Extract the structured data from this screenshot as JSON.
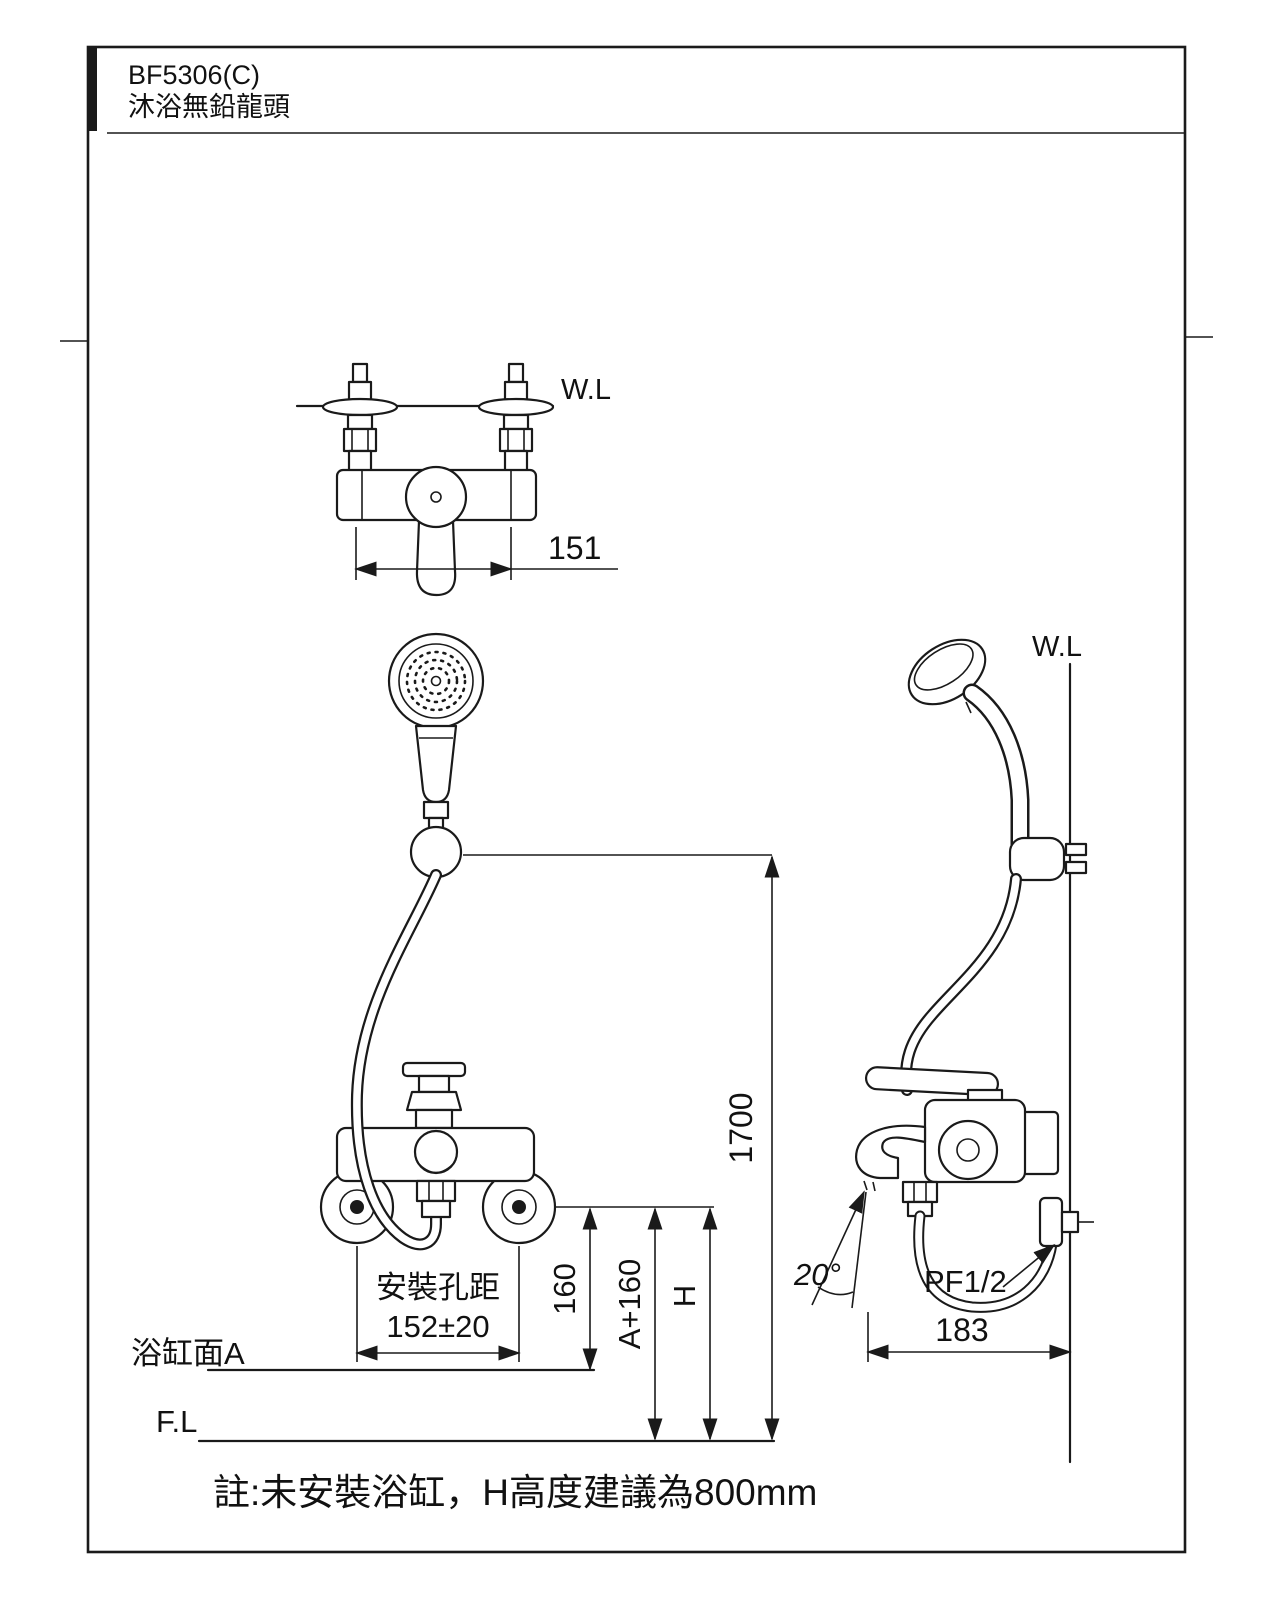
{
  "colors": {
    "ink": "#1a1a1a",
    "background": "#ffffff"
  },
  "title_block": {
    "model": "BF5306(C)",
    "product_name": "沐浴無鉛龍頭"
  },
  "front_view": {
    "water_line_label": "W.L",
    "body_width_dim": "151",
    "mount_hole_label": "安裝孔距",
    "mount_hole_dim": "152±20",
    "dim_160": "160",
    "dim_a_plus_160": "A+160",
    "dim_h": "H",
    "dim_1700": "1700",
    "bathtub_surface_label": "浴缸面A",
    "floor_line_label": "F.L"
  },
  "side_view": {
    "water_line_label": "W.L",
    "angle_dim": "20°",
    "thread_label": "PF1/2",
    "depth_dim": "183"
  },
  "footer": {
    "note": "註:未安裝浴缸，H高度建議為800mm"
  }
}
